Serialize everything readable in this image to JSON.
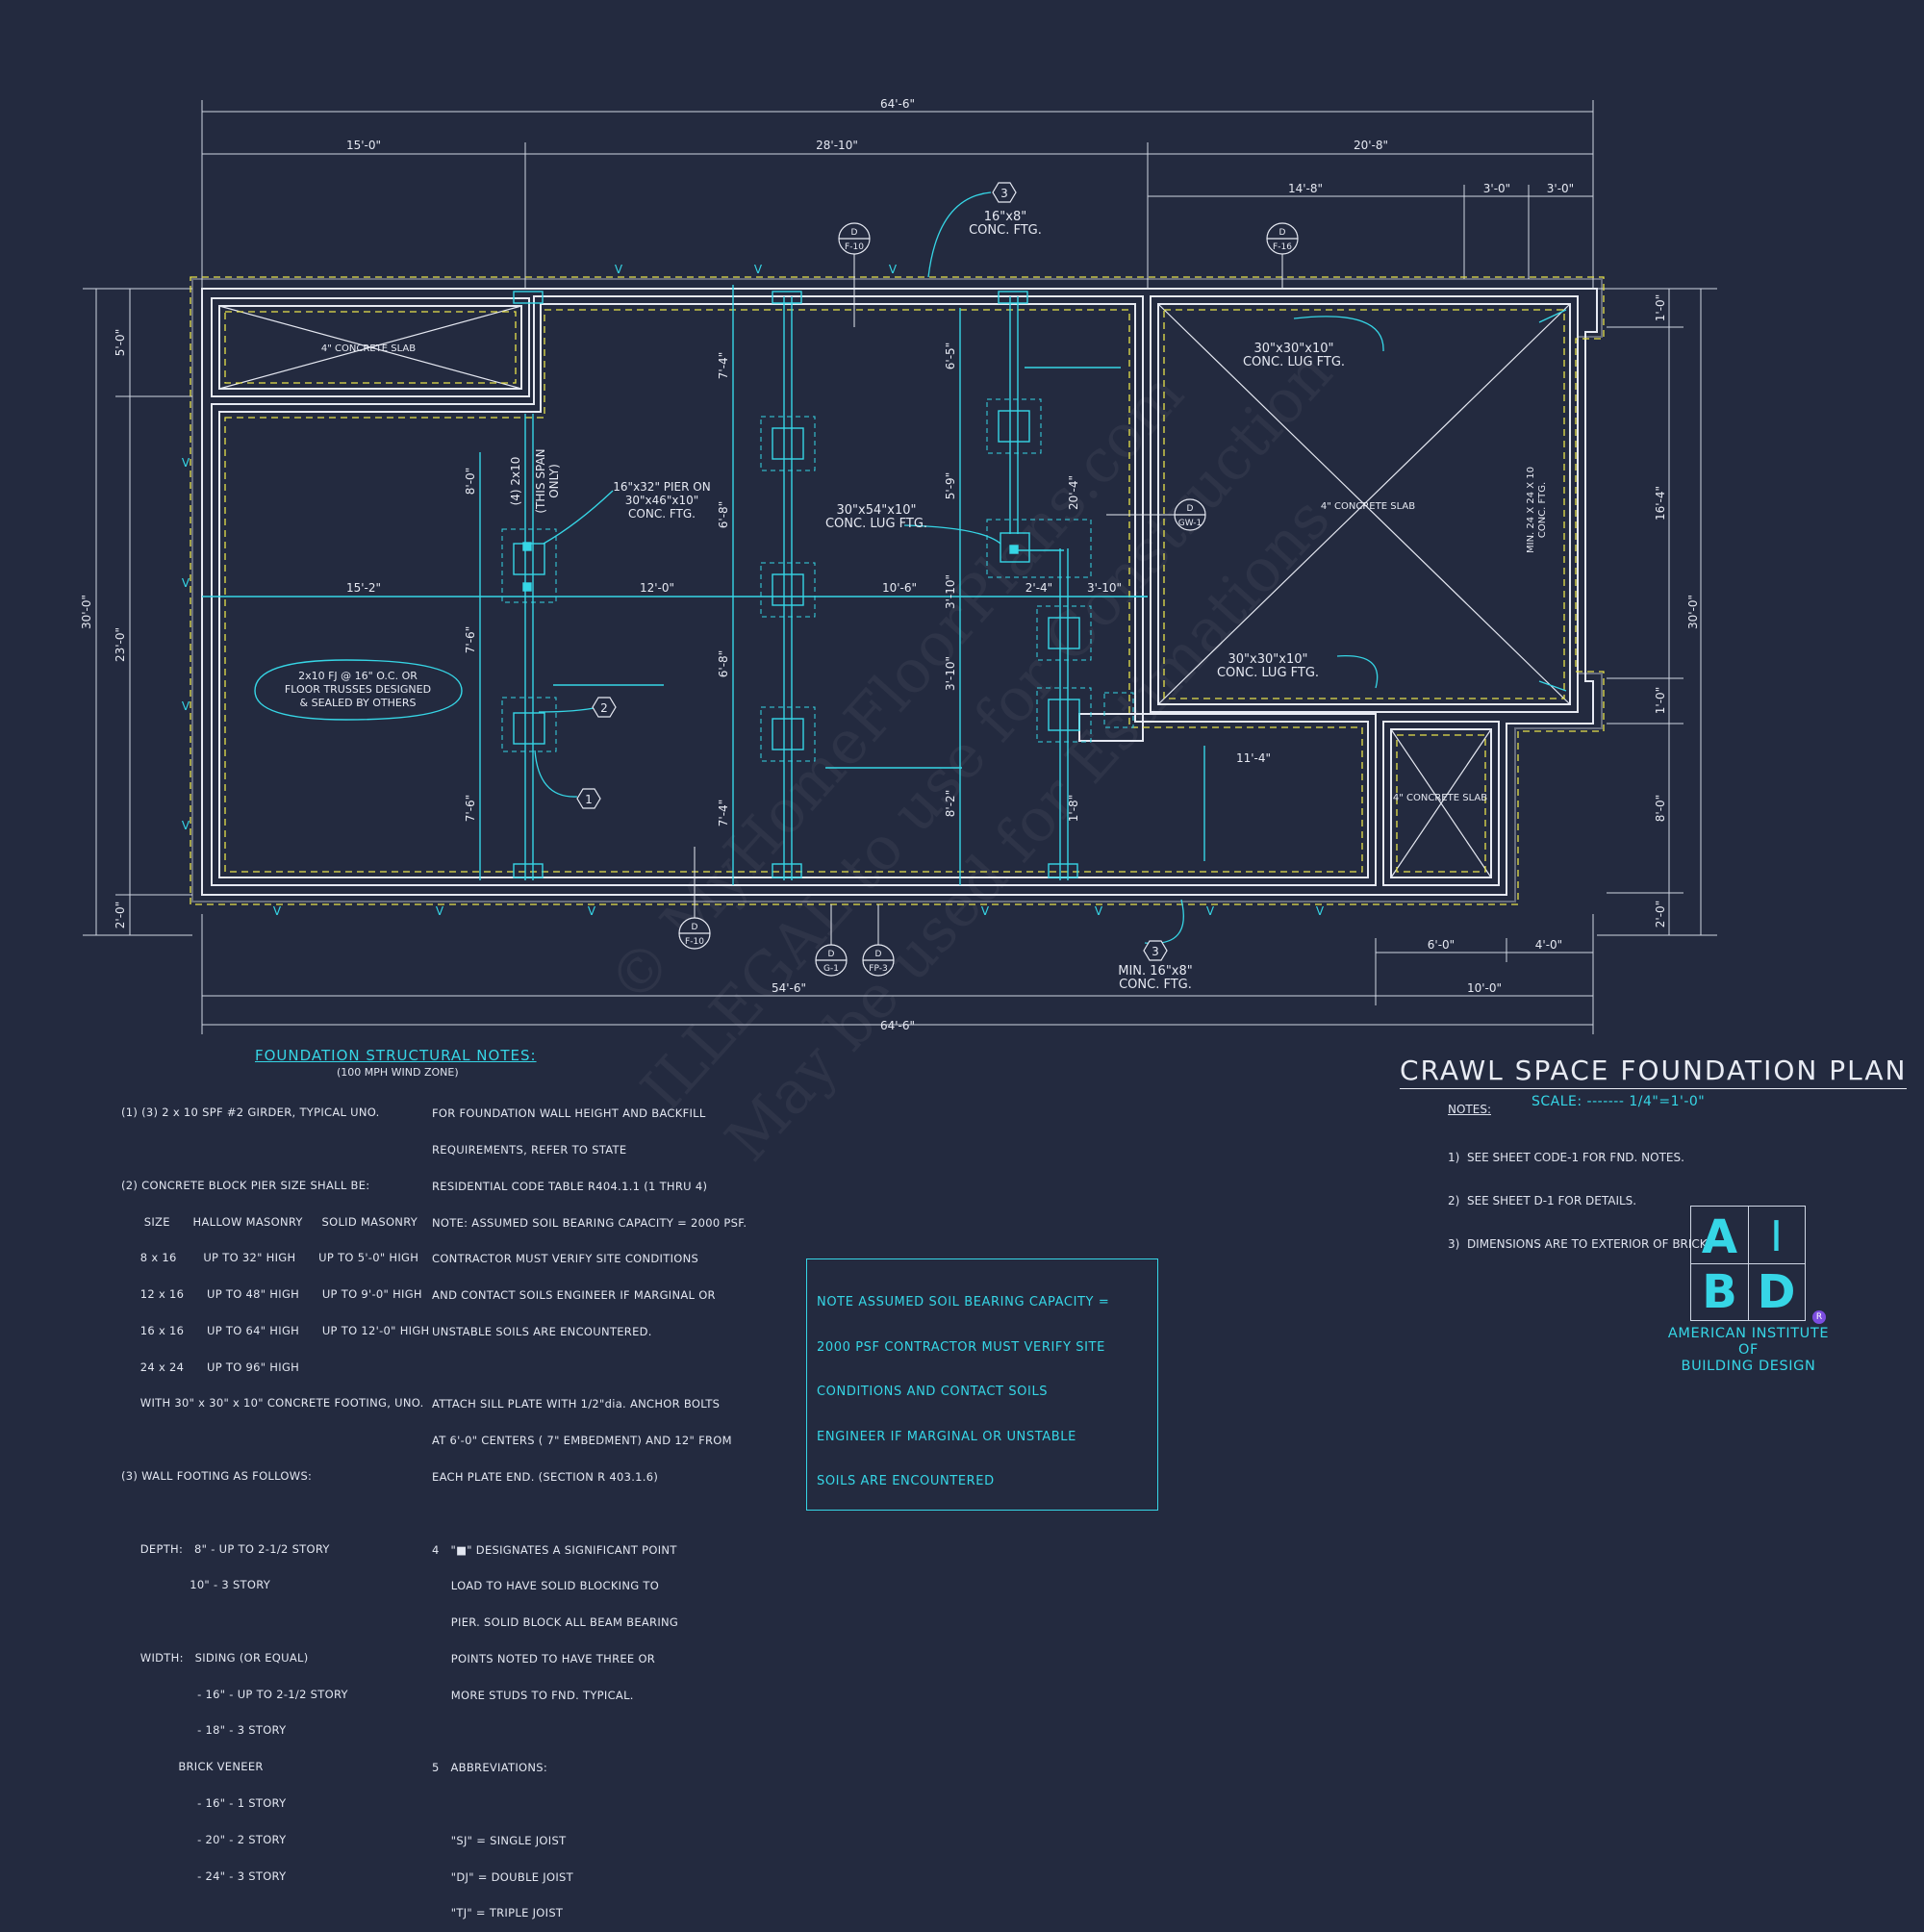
{
  "drawing": {
    "title": "CRAWL SPACE FOUNDATION PLAN",
    "scale_label": "SCALE: ------- 1/4\"=1'-0\"",
    "notes_heading": "NOTES:",
    "notes": [
      "1)  SEE SHEET CODE-1 FOR FND. NOTES.",
      "2)  SEE SHEET D-1 FOR DETAILS.",
      "3)  DIMENSIONS ARE TO EXTERIOR OF BRICK."
    ]
  },
  "dimensions": {
    "overall_top": "64'-6\"",
    "overall_bottom": "64'-6\"",
    "top_segments": [
      "15'-0\"",
      "28'-10\"",
      "20'-8\""
    ],
    "top_right": [
      "14'-8\"",
      "3'-0\"",
      "3'-0\""
    ],
    "left_overall": "30'-0\"",
    "left_segments": [
      "5'-0\"",
      "23'-0\"",
      "2'-0\""
    ],
    "right_overall": "30'-0\"",
    "right_segments": [
      "1'-0\"",
      "16'-4\"",
      "1'-0\"",
      "8'-0\"",
      "2'-0\""
    ],
    "bottom_left": "54'-6\"",
    "bottom_right": "10'-0\"",
    "bottom_right_sub": [
      "6'-0\"",
      "4'-0\""
    ],
    "interior_row": [
      "15'-2\"",
      "12'-0\"",
      "10'-6\"",
      "2'-4\"",
      "3'-10\""
    ],
    "interior_vert": [
      "8'-0\"",
      "7'-6\"",
      "7'-6\"",
      "7'-4\"",
      "6'-8\"",
      "6'-8\"",
      "7'-4\"",
      "6'-5\"",
      "5'-9\"",
      "3'-10\"",
      "3'-10\"",
      "8'-2\"",
      "20'-4\"",
      "1'-8\"",
      "11'-4\""
    ]
  },
  "callouts": {
    "slab_1": "4\" CONCRETE SLAB",
    "slab_2": "4\" CONCRETE SLAB",
    "slab_3": "4\" CONCRETE SLAB",
    "girder": [
      "(4) 2x10",
      "(THIS SPAN",
      "ONLY)"
    ],
    "pier_1": [
      "16\"x32\" PIER ON",
      "30\"x46\"x10\"",
      "CONC. FTG."
    ],
    "pier_2": [
      "30\"x54\"x10\"",
      "CONC. LUG FTG."
    ],
    "ftg_top": [
      "16\"x8\"",
      "CONC. FTG."
    ],
    "lug_top": [
      "30\"x30\"x10\"",
      "CONC. LUG FTG."
    ],
    "lug_bottom": [
      "30\"x30\"x10\"",
      "CONC. LUG FTG."
    ],
    "ftg_bottom": [
      "MIN. 16\"x8\"",
      "CONC. FTG."
    ],
    "joists": [
      "2x10 FJ @ 16\" O.C. OR",
      "FLOOR TRUSSES DESIGNED",
      "& SEALED BY OTHERS"
    ],
    "right_ftg": [
      "MIN. 24 X 24 X 10",
      "CONC. FTG."
    ],
    "tags": [
      "1",
      "2",
      "3",
      "3"
    ],
    "details": [
      {
        "top": "D",
        "bottom": "F-10"
      },
      {
        "top": "D",
        "bottom": "F-16"
      },
      {
        "top": "D",
        "bottom": "GW-1"
      },
      {
        "top": "D",
        "bottom": "F-10"
      },
      {
        "top": "D",
        "bottom": "G-1"
      },
      {
        "top": "D",
        "bottom": "FP-3"
      }
    ],
    "v_mark": "V"
  },
  "structural_notes": {
    "heading": "FOUNDATION STRUCTURAL NOTES:",
    "subheading": "(100 MPH WIND ZONE)",
    "col1": [
      "(1) (3) 2 x 10 SPF #2 GIRDER, TYPICAL UNO.",
      "",
      "(2) CONCRETE BLOCK PIER SIZE SHALL BE:",
      "      SIZE      HALLOW MASONRY     SOLID MASONRY",
      "     8 x 16       UP TO 32\" HIGH      UP TO 5'-0\" HIGH",
      "     12 x 16      UP TO 48\" HIGH      UP TO 9'-0\" HIGH",
      "     16 x 16      UP TO 64\" HIGH      UP TO 12'-0\" HIGH",
      "     24 x 24      UP TO 96\" HIGH",
      "     WITH 30\" x 30\" x 10\" CONCRETE FOOTING, UNO.",
      "",
      "(3) WALL FOOTING AS FOLLOWS:",
      "",
      "     DEPTH:   8\" - UP TO 2-1/2 STORY",
      "                  10\" - 3 STORY",
      "",
      "     WIDTH:   SIDING (OR EQUAL)",
      "                    - 16\" - UP TO 2-1/2 STORY",
      "                    - 18\" - 3 STORY",
      "               BRICK VENEER",
      "                    - 16\" - 1 STORY",
      "                    - 20\" - 2 STORY",
      "                    - 24\" - 3 STORY"
    ],
    "col2": [
      "FOR FOUNDATION WALL HEIGHT AND BACKFILL",
      "REQUIREMENTS, REFER TO STATE",
      "RESIDENTIAL CODE TABLE R404.1.1 (1 THRU 4)",
      "NOTE: ASSUMED SOIL BEARING CAPACITY = 2000 PSF.",
      "CONTRACTOR MUST VERIFY SITE CONDITIONS",
      "AND CONTACT SOILS ENGINEER IF MARGINAL OR",
      "UNSTABLE SOILS ARE ENCOUNTERED.",
      "",
      "ATTACH SILL PLATE WITH 1/2\"dia. ANCHOR BOLTS",
      "AT 6'-0\" CENTERS ( 7\" EMBEDMENT) AND 12\" FROM",
      "EACH PLATE END. (SECTION R 403.1.6)",
      "",
      "4   \"■\" DESIGNATES A SIGNIFICANT POINT",
      "     LOAD TO HAVE SOLID BLOCKING TO",
      "     PIER. SOLID BLOCK ALL BEAM BEARING",
      "     POINTS NOTED TO HAVE THREE OR",
      "     MORE STUDS TO FND. TYPICAL.",
      "",
      "5   ABBREVIATIONS:",
      "",
      "     \"SJ\" = SINGLE JOIST",
      "     \"DJ\" = DOUBLE JOIST",
      "     \"TJ\" = TRIPLE JOIST"
    ]
  },
  "soil_note": [
    "NOTE ASSUMED SOIL BEARING CAPACITY =",
    "2000 PSF CONTRACTOR MUST VERIFY SITE",
    "CONDITIONS AND CONTACT SOILS",
    "ENGINEER IF MARGINAL OR UNSTABLE",
    "SOILS ARE ENCOUNTERED"
  ],
  "logo": {
    "letters": [
      "A",
      "I",
      "B",
      "D"
    ],
    "name": [
      "AMERICAN INSTITUTE",
      "OF",
      "BUILDING DESIGN"
    ],
    "registered": "R"
  },
  "watermark": [
    "© MyHomeFloorPlans.com",
    "ILLEGAL to use for Construction",
    "May be used for Estimations"
  ],
  "colors": {
    "background": "#232a3f",
    "wall": "#e6e9f2",
    "structure": "#36d6e6",
    "footing": "#e8e24a",
    "dimension": "#cfd5e2"
  }
}
